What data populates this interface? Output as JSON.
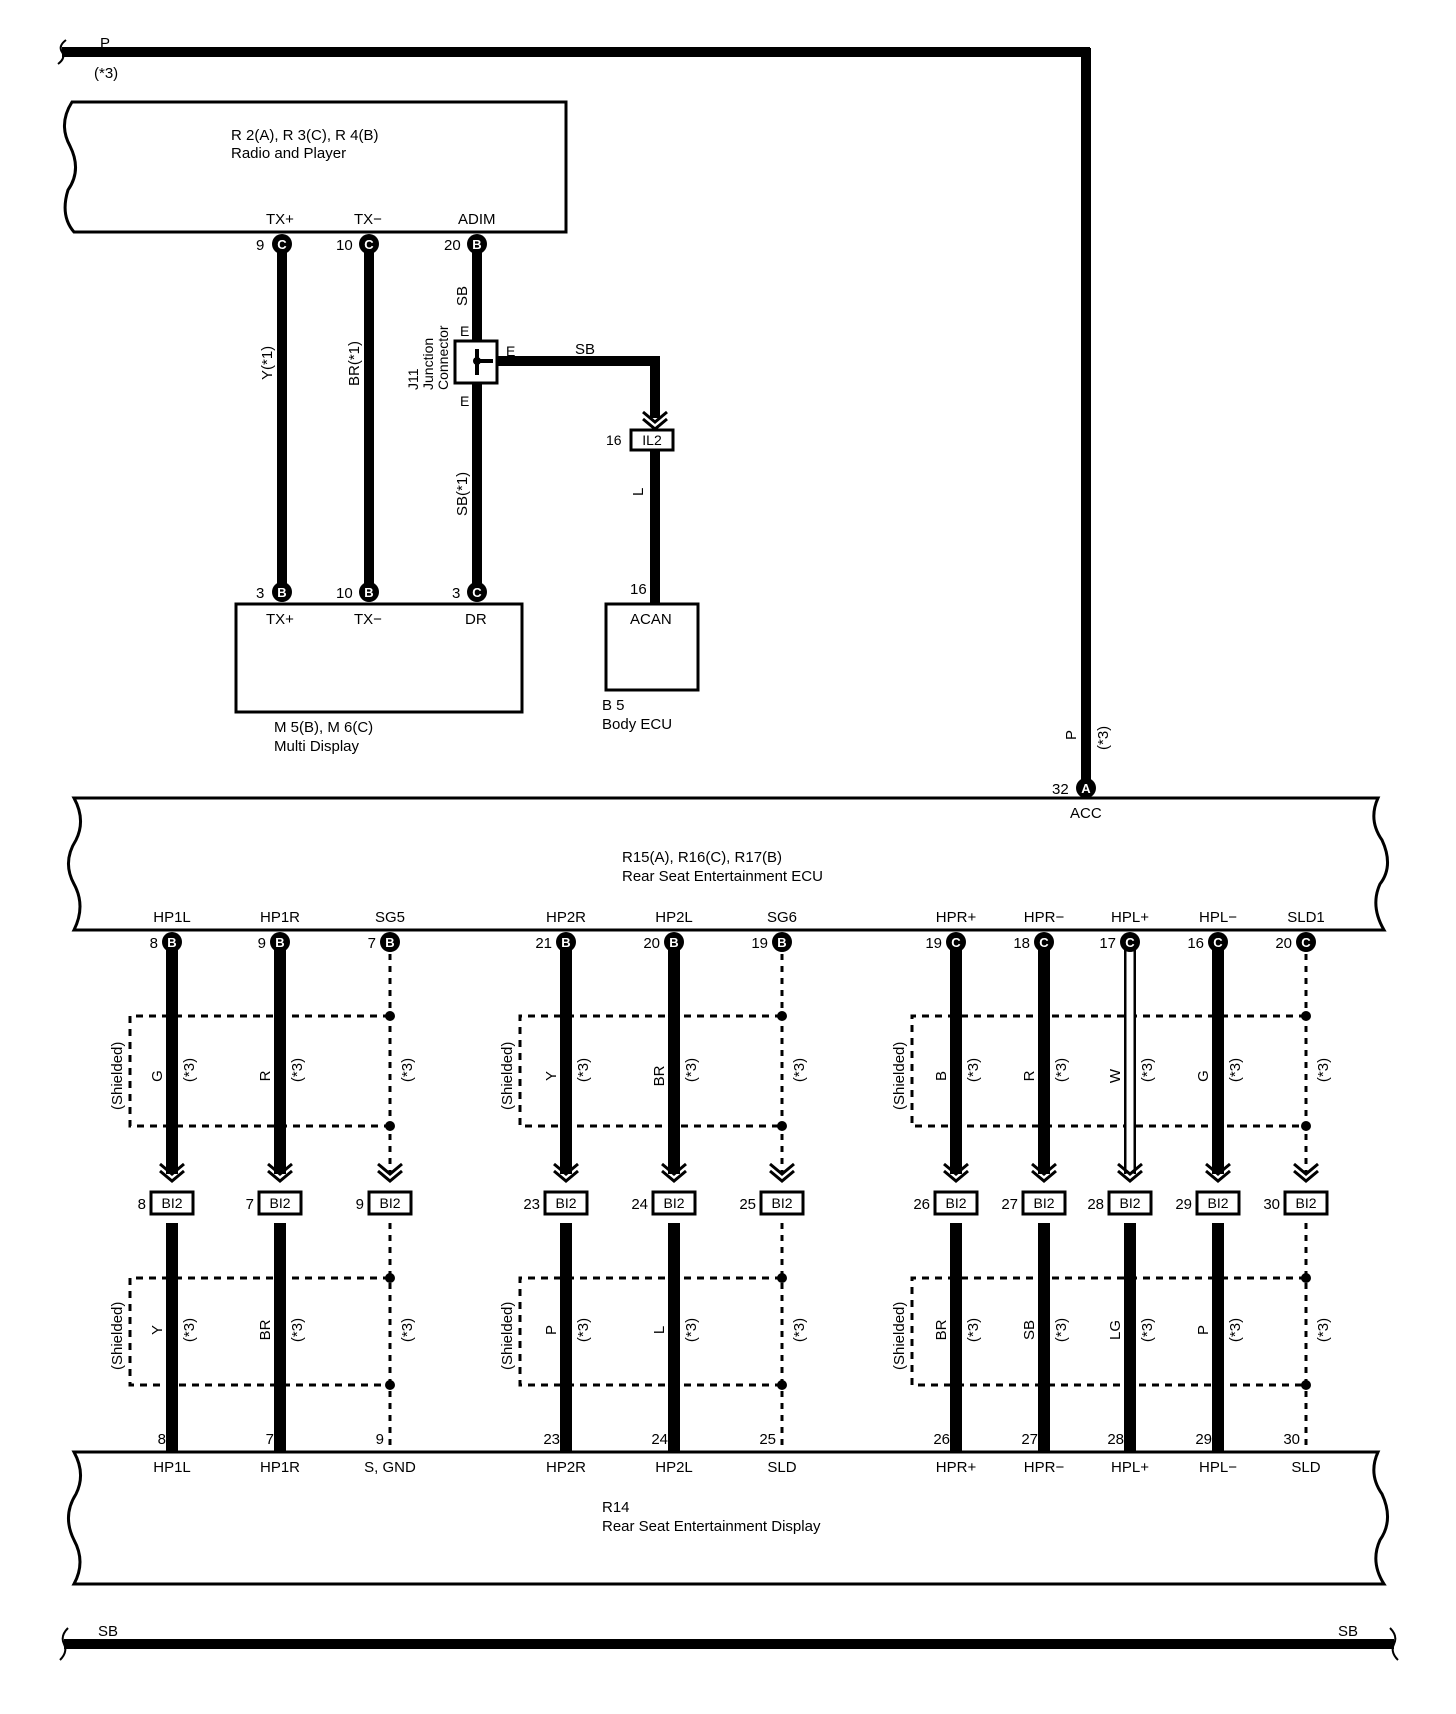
{
  "wires_top": {
    "p_color": "P",
    "p_note": "(*3)"
  },
  "radio": {
    "name_line1": "R 2(A), R 3(C), R 4(B)",
    "name_line2": "Radio and Player",
    "pins": [
      {
        "label": "TX+",
        "num": "9",
        "conn": "C"
      },
      {
        "label": "TX−",
        "num": "10",
        "conn": "C"
      },
      {
        "label": "ADIM",
        "num": "20",
        "conn": "B"
      }
    ]
  },
  "multi_display": {
    "name_line1": "M 5(B), M 6(C)",
    "name_line2": "Multi Display",
    "pins": [
      {
        "label": "TX+",
        "num": "3",
        "conn": "B"
      },
      {
        "label": "TX−",
        "num": "10",
        "conn": "B"
      },
      {
        "label": "DR",
        "num": "3",
        "conn": "C"
      }
    ]
  },
  "wire_labels_upper": {
    "tx_plus": "Y(*1)",
    "tx_minus": "BR(*1)",
    "adim_top": "SB",
    "adim_bottom": "SB(*1)",
    "branch": "SB",
    "acan": "L"
  },
  "junction": {
    "line1": "J11",
    "line2": "Junction",
    "line3": "Connector",
    "pin_top": "E",
    "pin_right": "E",
    "pin_bottom": "E"
  },
  "il2": {
    "label": "IL2",
    "num": "16"
  },
  "body_ecu": {
    "name_line1": "B 5",
    "name_line2": "Body ECU",
    "pin_label": "ACAN",
    "pin_num": "16"
  },
  "acc": {
    "num": "32",
    "conn": "A",
    "label": "ACC",
    "wire_color": "P",
    "wire_note": "(*3)"
  },
  "rse_ecu": {
    "name_line1": "R15(A), R16(C), R17(B)",
    "name_line2": "Rear Seat Entertainment ECU"
  },
  "rse_display": {
    "name_line1": "R14",
    "name_line2": "Rear Seat Entertainment Display"
  },
  "shield_text": "(Shielded)",
  "note3": "(*3)",
  "bi2_label": "BI2",
  "channels": [
    {
      "ecu_label": "HP1L",
      "ecu_num": "8",
      "ecu_conn": "B",
      "upper_color": "G",
      "bi2_num": "8",
      "lower_color": "Y",
      "disp_num": "8",
      "disp_label": "HP1L",
      "style": "thick"
    },
    {
      "ecu_label": "HP1R",
      "ecu_num": "9",
      "ecu_conn": "B",
      "upper_color": "R",
      "bi2_num": "7",
      "lower_color": "BR",
      "disp_num": "7",
      "disp_label": "HP1R",
      "style": "thick"
    },
    {
      "ecu_label": "SG5",
      "ecu_num": "7",
      "ecu_conn": "B",
      "upper_color": "",
      "bi2_num": "9",
      "lower_color": "",
      "disp_num": "9",
      "disp_label": "S, GND",
      "style": "dashed"
    },
    {
      "ecu_label": "HP2R",
      "ecu_num": "21",
      "ecu_conn": "B",
      "upper_color": "Y",
      "bi2_num": "23",
      "lower_color": "P",
      "disp_num": "23",
      "disp_label": "HP2R",
      "style": "thick"
    },
    {
      "ecu_label": "HP2L",
      "ecu_num": "20",
      "ecu_conn": "B",
      "upper_color": "BR",
      "bi2_num": "24",
      "lower_color": "L",
      "disp_num": "24",
      "disp_label": "HP2L",
      "style": "thick"
    },
    {
      "ecu_label": "SG6",
      "ecu_num": "19",
      "ecu_conn": "B",
      "upper_color": "",
      "bi2_num": "25",
      "lower_color": "",
      "disp_num": "25",
      "disp_label": "SLD",
      "style": "dashed"
    },
    {
      "ecu_label": "HPR+",
      "ecu_num": "19",
      "ecu_conn": "C",
      "upper_color": "B",
      "bi2_num": "26",
      "lower_color": "BR",
      "disp_num": "26",
      "disp_label": "HPR+",
      "style": "thick"
    },
    {
      "ecu_label": "HPR−",
      "ecu_num": "18",
      "ecu_conn": "C",
      "upper_color": "R",
      "bi2_num": "27",
      "lower_color": "SB",
      "disp_num": "27",
      "disp_label": "HPR−",
      "style": "thick"
    },
    {
      "ecu_label": "HPL+",
      "ecu_num": "17",
      "ecu_conn": "C",
      "upper_color": "W",
      "bi2_num": "28",
      "lower_color": "LG",
      "disp_num": "28",
      "disp_label": "HPL+",
      "style": "white"
    },
    {
      "ecu_label": "HPL−",
      "ecu_num": "16",
      "ecu_conn": "C",
      "upper_color": "G",
      "bi2_num": "29",
      "lower_color": "P",
      "disp_num": "29",
      "disp_label": "HPL−",
      "style": "thick"
    },
    {
      "ecu_label": "SLD1",
      "ecu_num": "20",
      "ecu_conn": "C",
      "upper_color": "",
      "bi2_num": "30",
      "lower_color": "",
      "disp_num": "30",
      "disp_label": "SLD",
      "style": "dashed"
    }
  ],
  "bottom_wire": {
    "left": "SB",
    "right": "SB"
  }
}
